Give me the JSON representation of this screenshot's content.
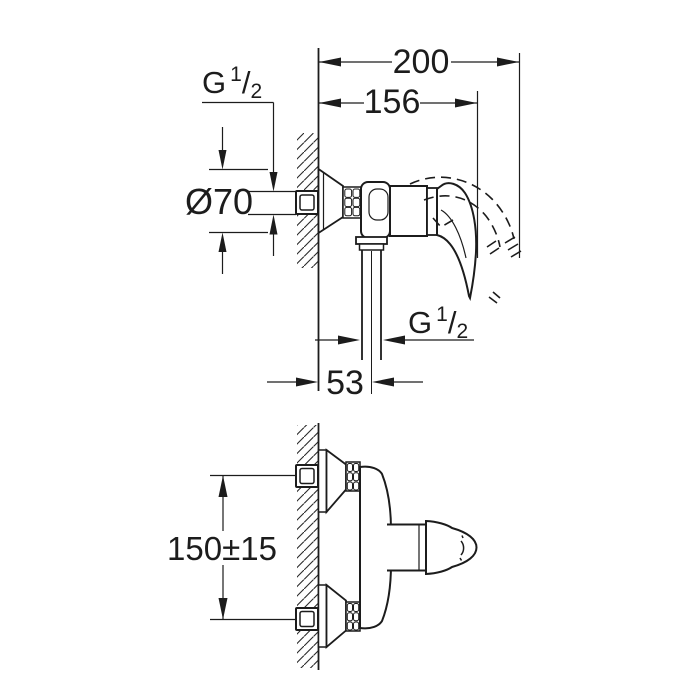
{
  "colors": {
    "background": "#ffffff",
    "line": "#1c1c1c"
  },
  "side_view": {
    "dim_total_depth": "200",
    "dim_handle_depth": "156",
    "inlet_thread": {
      "letter": "G",
      "numerator": "1",
      "slash": "/",
      "denominator": "2"
    },
    "escutcheon_diameter": "Ø70",
    "outlet_thread": {
      "letter": "G",
      "numerator": "1",
      "slash": "/",
      "denominator": "2"
    },
    "dim_outlet_offset": "53"
  },
  "plan_view": {
    "dim_inlet_spacing": "150±15"
  }
}
